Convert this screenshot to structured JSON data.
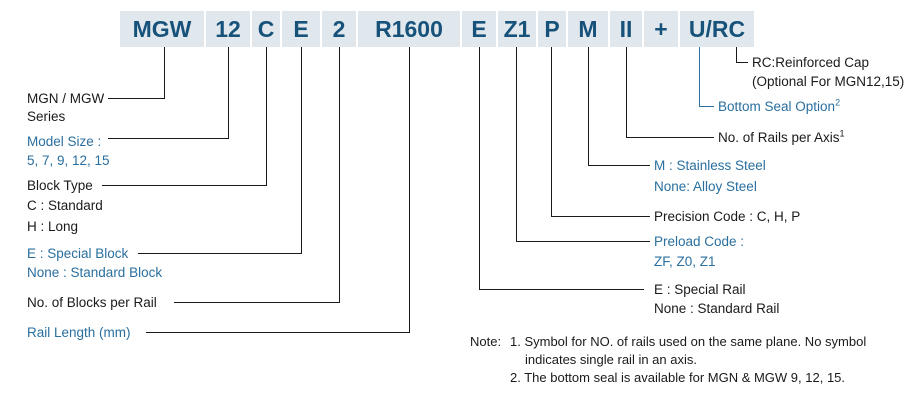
{
  "model_code": {
    "segments": [
      "MGW",
      "12",
      "C",
      "E",
      "2",
      "R1600",
      "E",
      "Z1",
      "P",
      "M",
      "II",
      "+",
      "U/RC"
    ]
  },
  "labels": {
    "series_line1": "MGN / MGW",
    "series_line2": "Series",
    "model_size_title": "Model Size :",
    "model_size_values": "5, 7, 9, 12, 15",
    "block_type_title": "Block Type",
    "block_type_standard": "C : Standard",
    "block_type_long": "H : Long",
    "special_block": "E : Special Block",
    "standard_block": "None : Standard Block",
    "blocks_per_rail": "No. of Blocks per Rail",
    "rail_length": "Rail Length (mm)",
    "rc_line1": "RC:Reinforced Cap",
    "rc_line2": "(Optional For MGN12,15)",
    "bottom_seal": "Bottom Seal Option",
    "bottom_seal_sup": "2",
    "rails_per_axis": "No. of Rails per Axis",
    "rails_per_axis_sup": "1",
    "stainless": "M : Stainless Steel",
    "alloy": "None: Alloy Steel",
    "precision": "Precision Code : C, H, P",
    "preload_title": "Preload Code :",
    "preload_values": "ZF, Z0, Z1",
    "special_rail": "E : Special Rail",
    "standard_rail": "None : Standard Rail"
  },
  "notes": {
    "prefix": "Note:",
    "note1_line1": "1. Symbol for NO. of rails used on the same plane. No symbol",
    "note1_line2": "indicates single rail in an axis.",
    "note2": "2. The bottom seal is available for MGN & MGW 9, 12, 15."
  },
  "colors": {
    "accent_blue": "#2a6f9f",
    "code_text": "#17527a",
    "code_background": "#e1e8ed",
    "text": "#1a1a1a"
  }
}
